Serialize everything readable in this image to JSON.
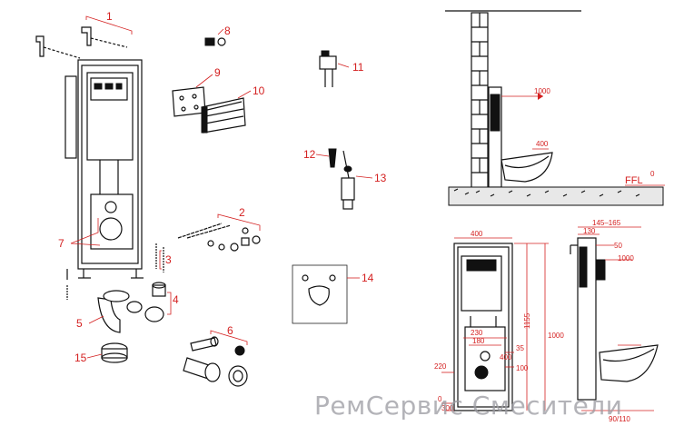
{
  "callouts": [
    "1",
    "2",
    "3",
    "4",
    "5",
    "6",
    "7",
    "8",
    "9",
    "10",
    "11",
    "12",
    "13",
    "14",
    "15"
  ],
  "dimensions": {
    "width_top": "400",
    "depth_range": "145–165",
    "d130": "130",
    "d50": "50",
    "h1000_side": "1000",
    "h1155": "1155",
    "h1000": "1000",
    "h400": "400",
    "w230": "230",
    "w180": "180",
    "d35": "35",
    "d100": "100",
    "h220": "220",
    "h0": "0",
    "w300": "300",
    "depth_bottom": "90/110"
  },
  "elevation": {
    "floor_label": "FFL",
    "floor_value": "0",
    "h1000": "1000",
    "h400": "400"
  },
  "watermark": "РемСервис Смесители"
}
